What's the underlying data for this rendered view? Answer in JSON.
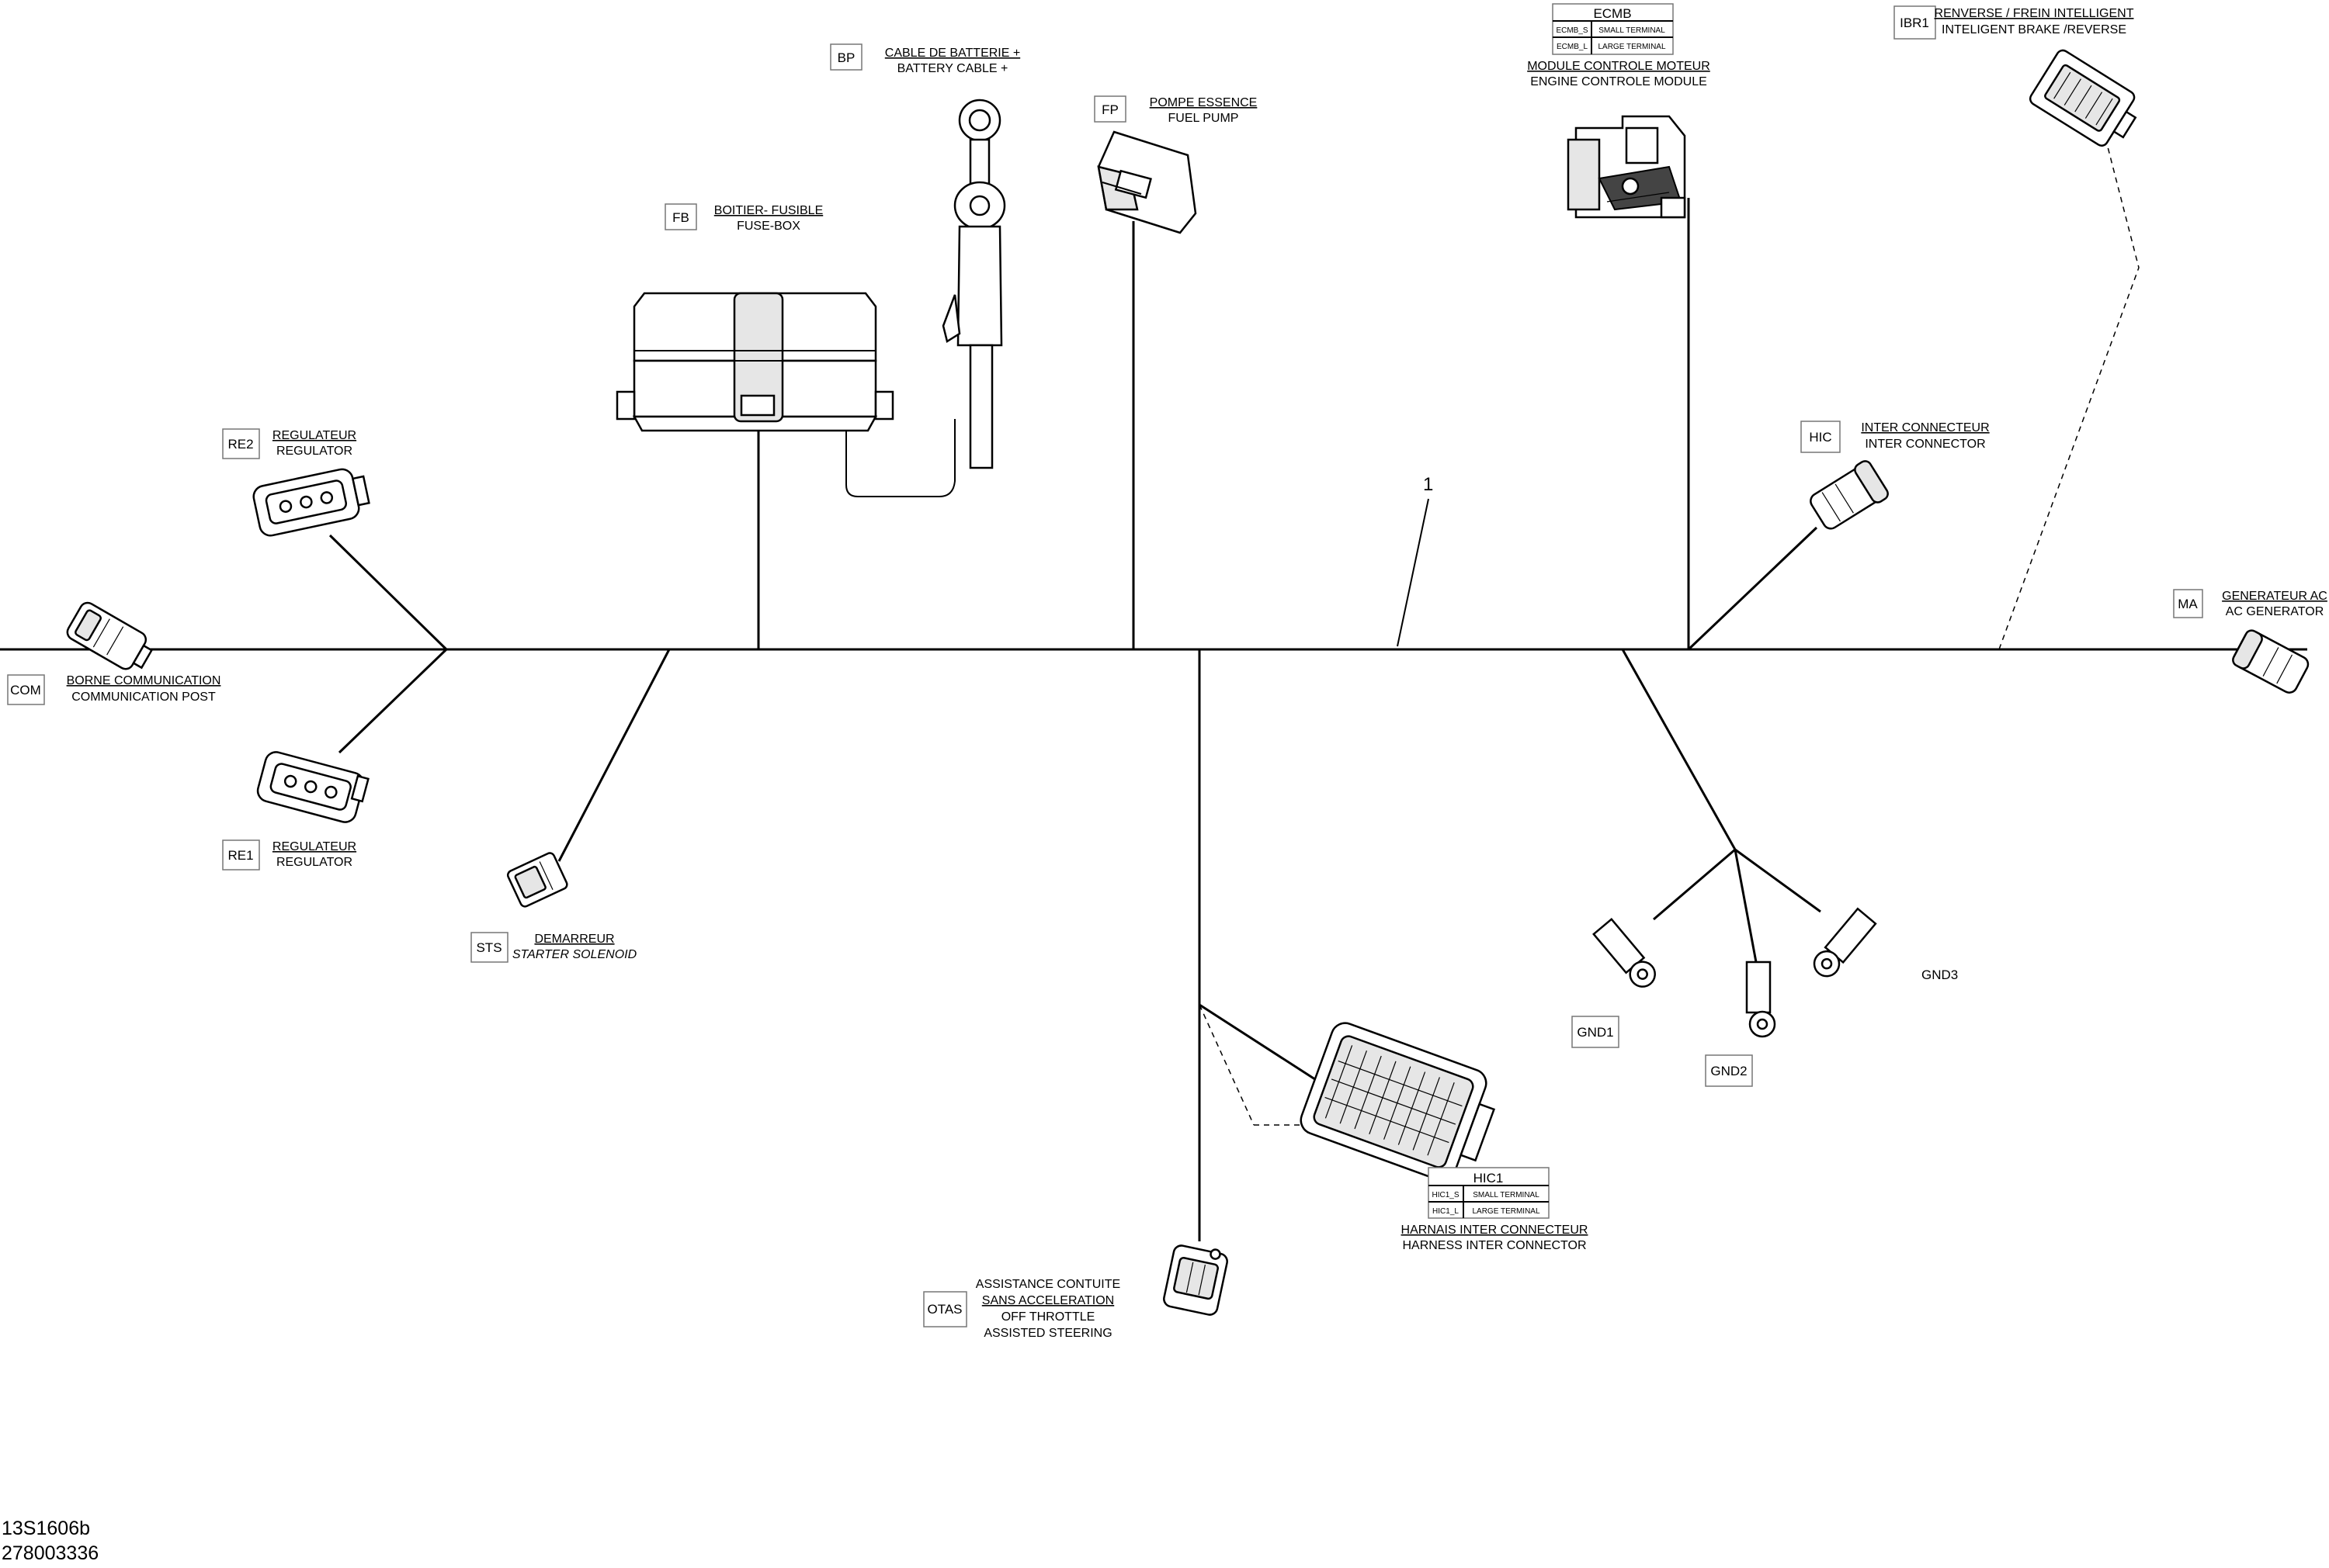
{
  "harness": {
    "ref_number": "1"
  },
  "connectors": {
    "bp": {
      "code": "BP",
      "fr": "CABLE DE BATTERIE +",
      "en": "BATTERY CABLE +"
    },
    "fp": {
      "code": "FP",
      "fr": "POMPE ESSENCE",
      "en": "FUEL PUMP"
    },
    "fb": {
      "code": "FB",
      "fr": "BOITIER- FUSIBLE",
      "en": "FUSE-BOX"
    },
    "ecmb": {
      "code": "ECMB",
      "fr": "MODULE CONTROLE MOTEUR",
      "en": "ENGINE CONTROLE MODULE",
      "terminals": [
        {
          "id": "ECMB_S",
          "desc": "SMALL TERMINAL"
        },
        {
          "id": "ECMB_L",
          "desc": "LARGE TERMINAL"
        }
      ]
    },
    "ibr1": {
      "code": "IBR1",
      "fr": "RENVERSE / FREIN INTELLIGENT",
      "en": "INTELIGENT BRAKE /REVERSE"
    },
    "re2": {
      "code": "RE2",
      "fr": "REGULATEUR",
      "en": "REGULATOR"
    },
    "hic": {
      "code": "HIC",
      "fr": "INTER CONNECTEUR",
      "en": "INTER CONNECTOR"
    },
    "ma": {
      "code": "MA",
      "fr": "GENERATEUR AC",
      "en": "AC GENERATOR"
    },
    "com": {
      "code": "COM",
      "fr": "BORNE COMMUNICATION",
      "en": "COMMUNICATION POST"
    },
    "re1": {
      "code": "RE1",
      "fr": "REGULATEUR",
      "en": "REGULATOR"
    },
    "sts": {
      "code": "STS",
      "fr": "DEMARREUR",
      "en": "STARTER SOLENOID"
    },
    "hic1": {
      "code": "HIC1",
      "fr": "HARNAIS INTER CONNECTEUR",
      "en": "HARNESS INTER CONNECTOR",
      "terminals": [
        {
          "id": "HIC1_S",
          "desc": "SMALL TERMINAL"
        },
        {
          "id": "HIC1_L",
          "desc": "LARGE TERMINAL"
        }
      ]
    },
    "otas": {
      "code": "OTAS",
      "fr_lines": [
        "ASSISTANCE CONTUITE",
        "SANS ACCELERATION"
      ],
      "en_lines": [
        "OFF THROTTLE",
        "ASSISTED STEERING"
      ]
    },
    "gnd1": {
      "code": "GND1"
    },
    "gnd2": {
      "code": "GND2"
    },
    "gnd3": {
      "code": "GND3"
    }
  },
  "footer": {
    "line1": "13S1606b",
    "line2": "278003336"
  }
}
